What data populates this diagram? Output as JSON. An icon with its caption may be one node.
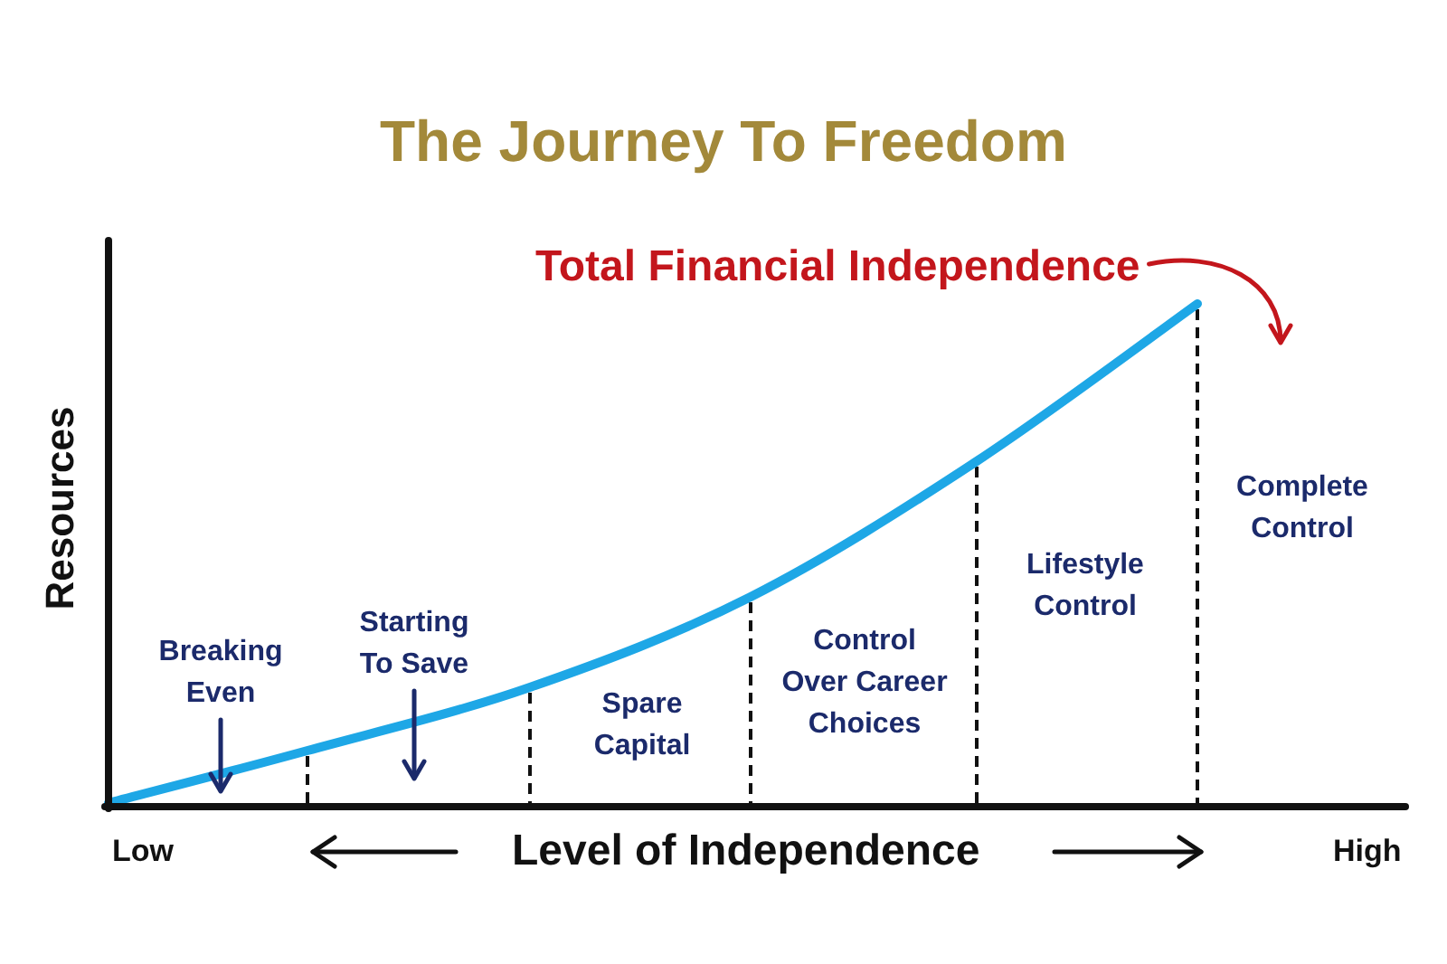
{
  "diagram": {
    "title": "The Journey To Freedom",
    "nodes": [
      {
        "text": [
          "Total Financial Independence"
        ]
      },
      {
        "text": [
          "Breaking Even"
        ]
      },
      {
        "text": [
          "Starting To Save"
        ]
      }
    ],
    "edges": [
      {
        "from": 0,
        "to": null,
        "arrow": "to",
        "color": "#c3161c"
      },
      {
        "from": 1,
        "to": null,
        "arrow": "to"
      },
      {
        "from": 2,
        "to": null,
        "arrow": "to"
      }
    ],
    "labels": [
      "Resources",
      "Spare Capital",
      "Control Over Career Choices",
      "Lifestyle Control",
      "Complete Control",
      "Low",
      "Level of Independence",
      "High"
    ]
  }
}
